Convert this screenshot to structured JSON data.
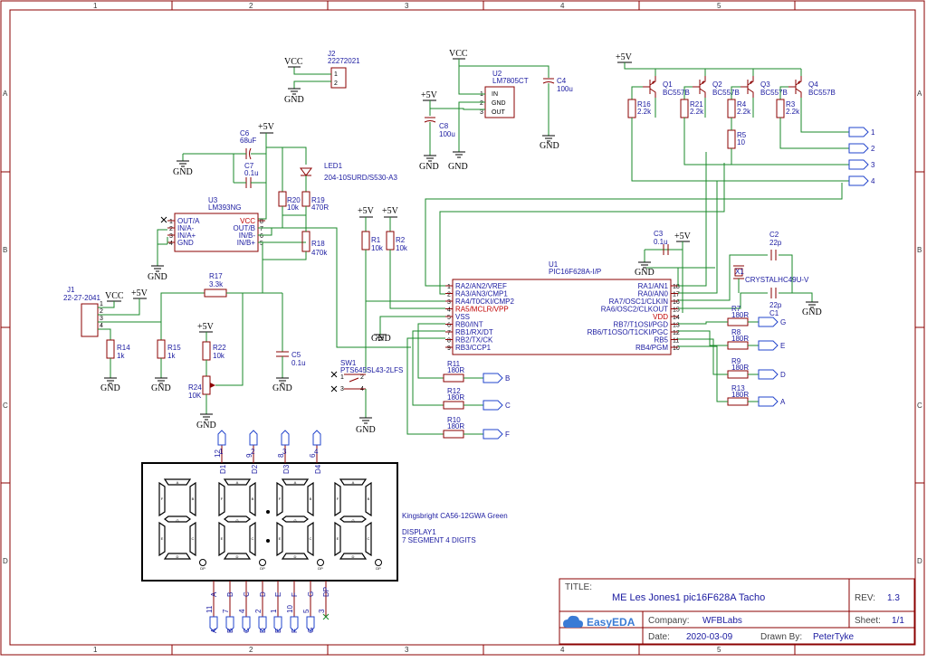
{
  "frame": {
    "cols": [
      "1",
      "2",
      "3",
      "4",
      "5"
    ],
    "rows": [
      "A",
      "B",
      "C",
      "D"
    ]
  },
  "power": {
    "vcc": "VCC",
    "p5v": "+5V",
    "gnd": "GND"
  },
  "j2": {
    "ref": "J2",
    "part": "22272021",
    "pins": [
      "1",
      "2"
    ]
  },
  "u2": {
    "ref": "U2",
    "part": "LM7805CT",
    "pins": [
      "IN",
      "GND",
      "OUT"
    ],
    "pinnums": [
      "1",
      "2",
      "3"
    ]
  },
  "c4": {
    "ref": "C4",
    "value": "100u"
  },
  "c8": {
    "ref": "C8",
    "value": "100u"
  },
  "transistors": [
    {
      "ref": "Q1",
      "part": "BC557B"
    },
    {
      "ref": "Q2",
      "part": "BC557B"
    },
    {
      "ref": "Q3",
      "part": "BC557B"
    },
    {
      "ref": "Q4",
      "part": "BC557B"
    }
  ],
  "bjt_resistors": [
    {
      "ref": "R16",
      "value": "2.2k"
    },
    {
      "ref": "R21",
      "value": "2.2k"
    },
    {
      "ref": "R4",
      "value": "2.2k"
    },
    {
      "ref": "R5",
      "value": "10"
    },
    {
      "ref": "R3",
      "value": "2.2k"
    }
  ],
  "digit_ports": [
    "1",
    "2",
    "3",
    "4"
  ],
  "c6": {
    "ref": "C6",
    "value": "68uF"
  },
  "c7": {
    "ref": "C7",
    "value": "0.1u"
  },
  "led1": {
    "ref": "LED1",
    "part": "204-10SURD/S530-A3"
  },
  "u3": {
    "ref": "U3",
    "part": "LM393NG",
    "left": [
      "OUT/A",
      "IN/A-",
      "IN/A+",
      "GND"
    ],
    "right": [
      "VCC",
      "OUT/B",
      "IN/B-",
      "IN/B+"
    ],
    "lnum": [
      "1",
      "2",
      "3",
      "4"
    ],
    "rnum": [
      "8",
      "7",
      "6",
      "5"
    ]
  },
  "r20": {
    "ref": "R20",
    "value": "10k"
  },
  "r19": {
    "ref": "R19",
    "value": "470R"
  },
  "r18": {
    "ref": "R18",
    "value": "470k"
  },
  "r17": {
    "ref": "R17",
    "value": "3.3k"
  },
  "j1": {
    "ref": "J1",
    "part": "22-27-2041",
    "pins": [
      "1",
      "2",
      "3",
      "4"
    ]
  },
  "r14": {
    "ref": "R14",
    "value": "1k"
  },
  "r15": {
    "ref": "R15",
    "value": "1k"
  },
  "r22": {
    "ref": "R22",
    "value": "10k"
  },
  "r24": {
    "ref": "R24",
    "value": "10K"
  },
  "c5": {
    "ref": "C5",
    "value": "0.1u"
  },
  "r1": {
    "ref": "R1",
    "value": "10k"
  },
  "r2": {
    "ref": "R2",
    "value": "10k"
  },
  "sw1": {
    "ref": "SW1",
    "part": "PTS645SL43-2LFS",
    "pins": [
      "1",
      "2",
      "3",
      "4"
    ]
  },
  "c3": {
    "ref": "C3",
    "value": "0.1u"
  },
  "c2": {
    "ref": "C2",
    "value": "22p"
  },
  "c1": {
    "ref": "C1",
    "value": "22p"
  },
  "x1": {
    "ref": "X1",
    "part": "CRYSTALHC49U-V"
  },
  "u1": {
    "ref": "U1",
    "part": "PIC16F628A-I/P",
    "left": [
      "RA2/AN2/VREF",
      "RA3/AN3/CMP1",
      "RA4/T0CKI/CMP2",
      "RA5/MCLR/VPP",
      "VSS",
      "RB0/INT",
      "RB1/RX/DT",
      "RB2/TX/CK",
      "RB3/CCP1"
    ],
    "lnum": [
      "1",
      "2",
      "3",
      "4",
      "5",
      "6",
      "7",
      "8",
      "9"
    ],
    "right": [
      "RA1/AN1",
      "RA0/AN0",
      "RA7/OSC1/CLKIN",
      "RA6/OSC2/CLKOUT",
      "VDD",
      "RB7/T1OSI/PGD",
      "RB6/T1OSO/T1CKI/PGC",
      "RB5",
      "RB4/PGM"
    ],
    "rnum": [
      "18",
      "17",
      "16",
      "15",
      "14",
      "13",
      "12",
      "11",
      "10"
    ]
  },
  "seg_res_left": [
    {
      "ref": "R11",
      "value": "180R",
      "port": "B"
    },
    {
      "ref": "R12",
      "value": "180R",
      "port": "C"
    },
    {
      "ref": "R10",
      "value": "180R",
      "port": "F"
    }
  ],
  "seg_res_right": [
    {
      "ref": "R7",
      "value": "180R",
      "port": "G"
    },
    {
      "ref": "R8",
      "value": "180R",
      "port": "E"
    },
    {
      "ref": "R9",
      "value": "180R",
      "port": "D"
    },
    {
      "ref": "R13",
      "value": "180R",
      "port": "A"
    }
  ],
  "display": {
    "part": "Kingsbright CA56-12GWA Green",
    "ref": "DISPLAY1",
    "desc": "7 SEGMENT 4 DIGITS",
    "top_pins": [
      {
        "num": "12",
        "label": "D1",
        "port": "1"
      },
      {
        "num": "9",
        "label": "D2",
        "port": "2"
      },
      {
        "num": "8",
        "label": "D3",
        "port": "3"
      },
      {
        "num": "6",
        "label": "D4",
        "port": "4"
      }
    ],
    "bottom_pins": [
      {
        "num": "11",
        "label": "A",
        "port": "A"
      },
      {
        "num": "7",
        "label": "B",
        "port": "B"
      },
      {
        "num": "4",
        "label": "C",
        "port": "C"
      },
      {
        "num": "2",
        "label": "D",
        "port": "D"
      },
      {
        "num": "1",
        "label": "E",
        "port": "E"
      },
      {
        "num": "10",
        "label": "F",
        "port": "F"
      },
      {
        "num": "5",
        "label": "G",
        "port": "G"
      },
      {
        "num": "3",
        "label": "DP",
        "port": ""
      }
    ],
    "seg_letters": [
      "A",
      "B",
      "C",
      "D",
      "E",
      "F",
      "G"
    ],
    "dp": "DP"
  },
  "title_block": {
    "title_label": "TITLE:",
    "title": "ME Les Jones1 pic16F628A Tacho",
    "rev_label": "REV:",
    "rev": "1.3",
    "logo": "EasyEDA",
    "company_label": "Company:",
    "company": "WFBLabs",
    "sheet_label": "Sheet:",
    "sheet": "1/1",
    "date_label": "Date:",
    "date": "2020-03-09",
    "drawn_label": "Drawn By:",
    "drawn": "PeterTyke"
  }
}
